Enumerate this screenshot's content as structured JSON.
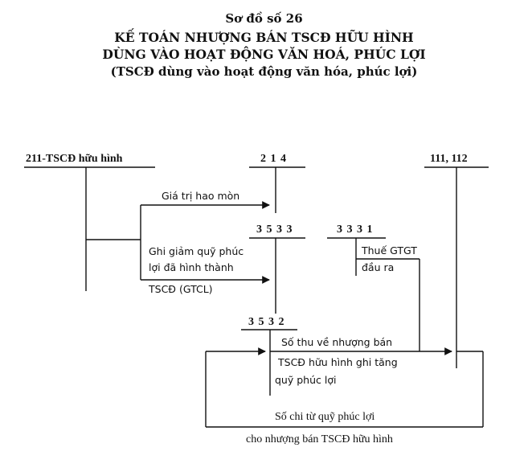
{
  "header": {
    "diagram_no": "Sơ đồ số 26",
    "title_line1": "KẾ TOÁN NHƯỢNG BÁN TSCĐ HỮU HÌNH",
    "title_line2": "DÙNG VÀO HOẠT ĐỘNG VĂN HOÁ, PHÚC LỢI",
    "subtitle": "(TSCĐ dùng vào hoạt động văn hóa, phúc lợi)"
  },
  "accounts": {
    "a211": "211-TSCĐ hữu hình",
    "a214": "2 1 4",
    "a3533": "3 5 3 3",
    "a3331": "3 3 3 1",
    "a3532": "3 5 3 2",
    "a111_112": "111, 112"
  },
  "flows": {
    "hao_mon": "Giá trị hao mòn",
    "ghi_giam_1": "Ghi giảm quỹ phúc",
    "ghi_giam_2": "lợi đã hình thành",
    "ghi_giam_3": "TSCĐ (GTCL)",
    "thue_1": "Thuế GTGT",
    "thue_2": "đầu ra",
    "so_thu_1": "Số thu về nhượng bán",
    "so_thu_2": "TSCĐ hữu hình ghi tăng",
    "so_thu_3": "quỹ phúc lợi",
    "so_chi_1": "Số chi từ quỹ phúc lợi",
    "so_chi_2": "cho nhượng bán TSCĐ hữu hình"
  }
}
